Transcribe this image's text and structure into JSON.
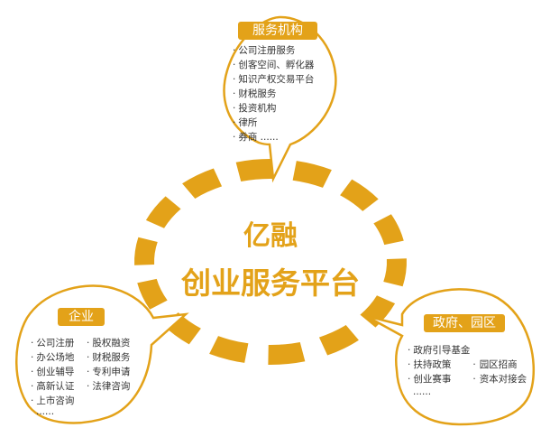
{
  "center": {
    "line1": "亿融",
    "line2": "创业服务平台"
  },
  "colors": {
    "accent": "#e3a219",
    "bubble_fill": "#ffffff",
    "text": "#333333"
  },
  "service": {
    "title": "服务机构",
    "items": [
      "公司注册服务",
      "创客空间、孵化器",
      "知识产权交易平台",
      "财税服务",
      "投资机构",
      "律所",
      "券商 ......"
    ]
  },
  "enterprise": {
    "title": "企业",
    "col1": [
      "公司注册",
      "办公场地",
      "创业辅导",
      "高新认证",
      "上市咨询"
    ],
    "col2": [
      "股权融资",
      "财税服务",
      "专利申请",
      "法律咨询"
    ],
    "more": "......"
  },
  "government": {
    "title": "政府、园区",
    "rows": [
      {
        "a": "政府引导基金",
        "b": ""
      },
      {
        "a": "扶持政策",
        "b": "园区招商"
      },
      {
        "a": "创业赛事",
        "b": "资本对接会"
      }
    ],
    "more": "......"
  }
}
